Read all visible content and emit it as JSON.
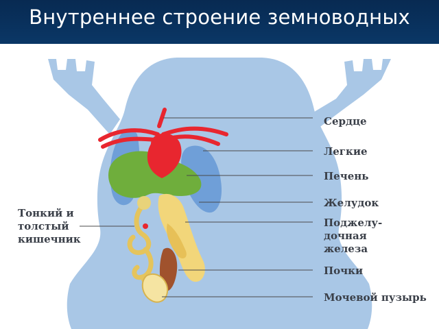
{
  "title": "Внутреннее строение земноводных",
  "labels": {
    "heart": "Сердце",
    "lungs": "Легкие",
    "liver": "Печень",
    "stomach": "Желудок",
    "pancreas": "Поджелу-\nдочная\nжелеза",
    "kidneys": "Почки",
    "bladder": "Мочевой пузырь",
    "intestine": "Тонкий и\nтолстый\nкишечник"
  },
  "colors": {
    "title_background": "#0a3766",
    "body_silhouette": "#a9c7e6",
    "heart": "#e8262f",
    "lungs": "#6f9fd8",
    "liver": "#6fae3c",
    "digestive_tract": "#f2d67a",
    "kidneys": "#a0522d"
  }
}
